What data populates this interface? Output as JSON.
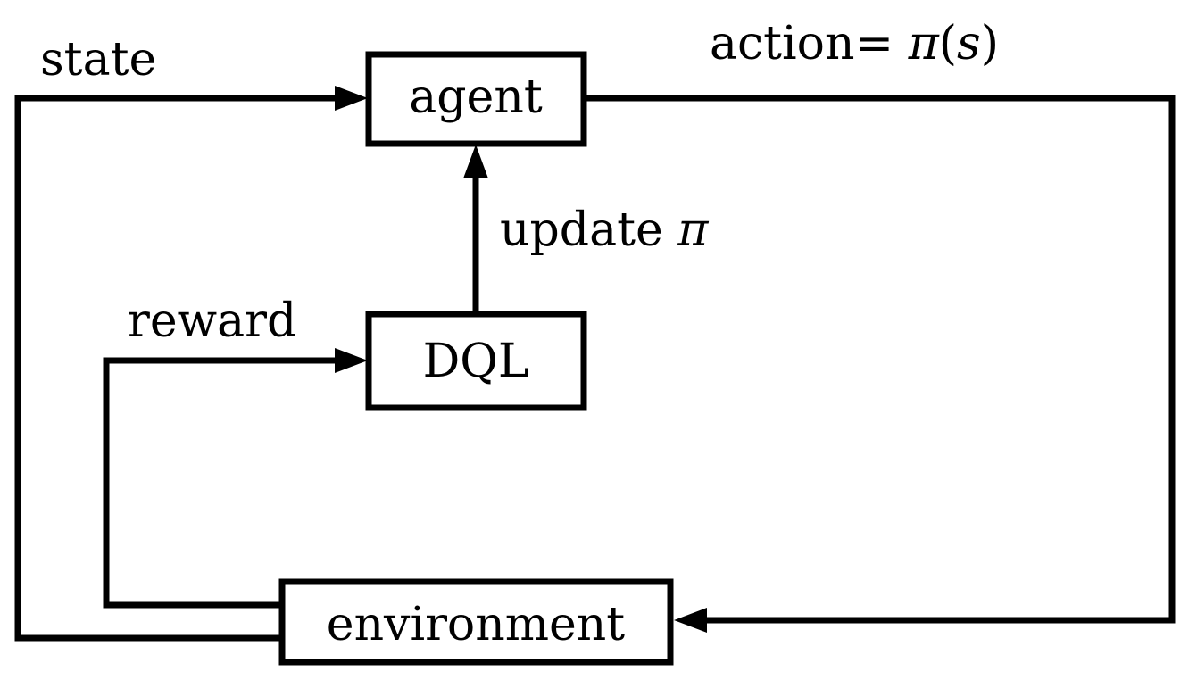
{
  "nodes": {
    "agent": "agent",
    "dql": "DQL",
    "environment": "environment"
  },
  "edges": {
    "state": "state",
    "action_prefix": "action= ",
    "action_pi": "π",
    "action_open": "(",
    "action_s": "s",
    "action_close": ")",
    "update_prefix": "update ",
    "update_pi": "π",
    "reward": "reward"
  },
  "colors": {
    "stroke": "#000000",
    "background": "#ffffff"
  }
}
